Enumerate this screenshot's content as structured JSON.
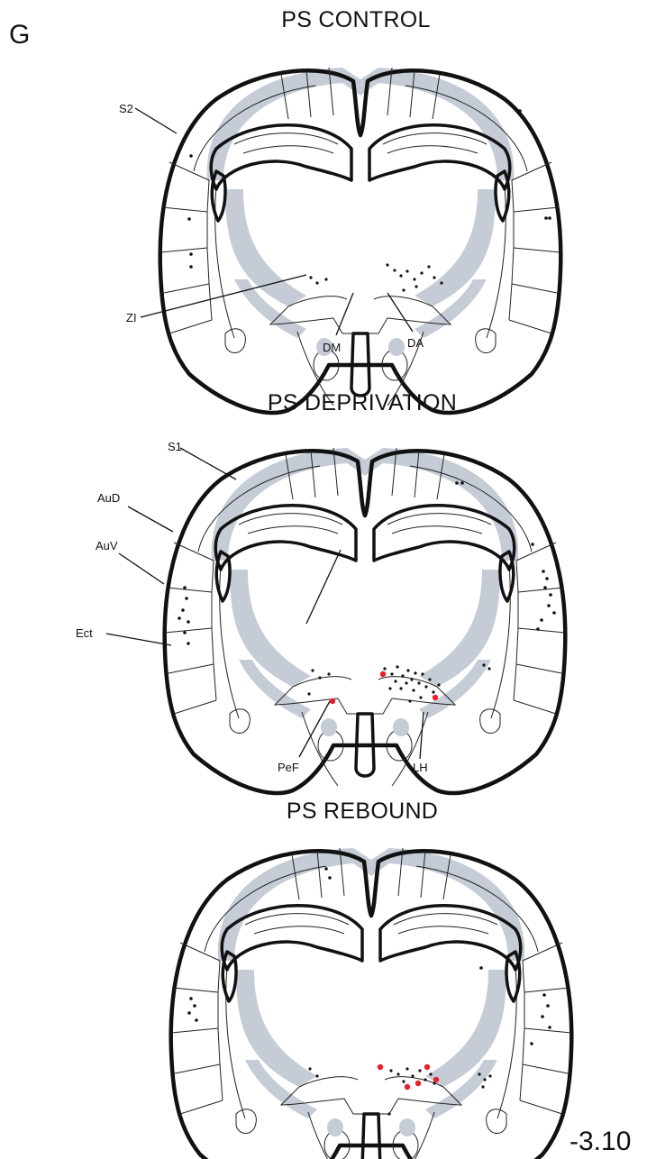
{
  "figure": {
    "panel_letter": "G",
    "coordinate": "-3.10",
    "colors": {
      "outline": "#111111",
      "white_matter": "#c5ccd6",
      "fos_cell": "#111111",
      "double_labeled_cell": "#e8202a"
    }
  },
  "sections": [
    {
      "title": "PS CONTROL",
      "labels": [
        "S2",
        "ZI",
        "DM",
        "DA"
      ]
    },
    {
      "title": "PS DEPRIVATION",
      "labels": [
        "S1",
        "AuD",
        "AuV",
        "Ect",
        "PeF",
        "LH"
      ]
    },
    {
      "title": "PS REBOUND",
      "labels": []
    }
  ]
}
